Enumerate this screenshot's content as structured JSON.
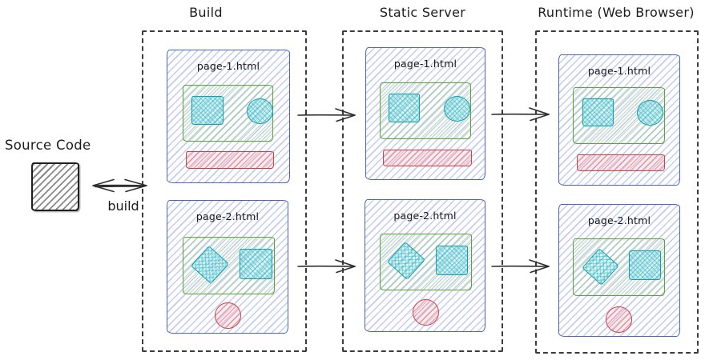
{
  "source": {
    "label": "Source Code"
  },
  "build_arrow": {
    "label": "build"
  },
  "columns": [
    {
      "id": "build",
      "title": "Build",
      "cards": [
        {
          "filename": "page-1.html"
        },
        {
          "filename": "page-2.html"
        }
      ]
    },
    {
      "id": "static-server",
      "title": "Static Server",
      "cards": [
        {
          "filename": "page-1.html"
        },
        {
          "filename": "page-2.html"
        }
      ]
    },
    {
      "id": "runtime",
      "title": "Runtime (Web Browser)",
      "cards": [
        {
          "filename": "page-1.html"
        },
        {
          "filename": "page-2.html"
        }
      ]
    }
  ],
  "colors": {
    "blue": "#4e63c9",
    "green": "#57a62e",
    "teal": "#0f9fae",
    "red": "#cf3f42",
    "ink": "#1c1c1c"
  }
}
